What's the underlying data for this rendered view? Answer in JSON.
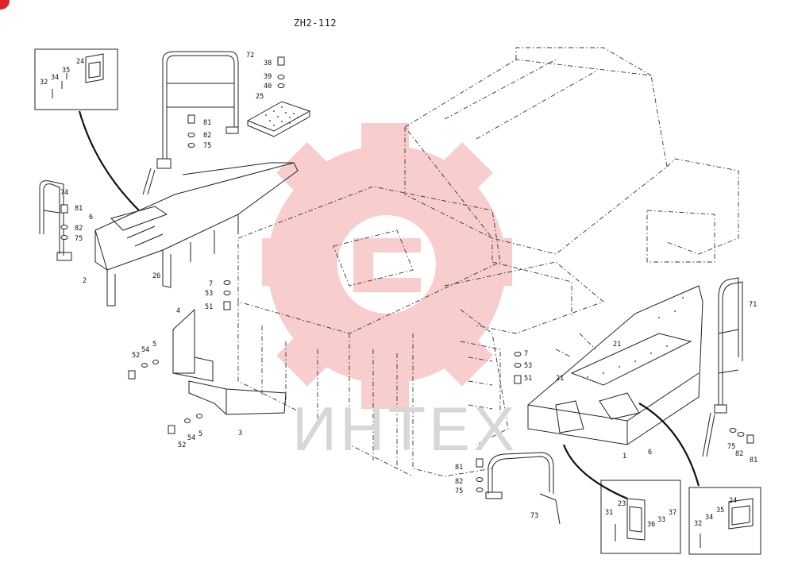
{
  "drawing_code": "ZH2-112",
  "watermark": {
    "logo": "gear-logo",
    "text": "ИНТЕХ",
    "color": "#f3a6a6"
  },
  "badge_color": "#e0222a",
  "callouts": {
    "c72": "72",
    "c38": "38",
    "c39": "39",
    "c40": "40",
    "c25": "25",
    "c81a": "81",
    "c82a": "82",
    "c75a": "75",
    "c24a": "24",
    "c35a": "35",
    "c34a": "34",
    "c32a": "32",
    "c74": "74",
    "c81b": "81",
    "c6a": "6",
    "c82b": "82",
    "c75b": "75",
    "c2": "2",
    "c26": "26",
    "c7a": "7",
    "c53a": "53",
    "c51a": "51",
    "c4": "4",
    "c52a": "52",
    "c54a": "54",
    "c5a": "5",
    "c3": "3",
    "c52b": "52",
    "c54b": "54",
    "c5b": "5",
    "c7b": "7",
    "c53b": "53",
    "c51b": "51",
    "c21a": "21",
    "c21b": "21",
    "c71": "71",
    "c1": "1",
    "c6b": "6",
    "c75c": "75",
    "c82c": "82",
    "c81c": "81",
    "c81d": "81",
    "c82d": "82",
    "c75d": "75",
    "c73": "73",
    "c31": "31",
    "c23": "23",
    "c36": "36",
    "c33": "33",
    "c37": "37",
    "c32b": "32",
    "c34b": "34",
    "c35b": "35",
    "c24b": "24"
  }
}
